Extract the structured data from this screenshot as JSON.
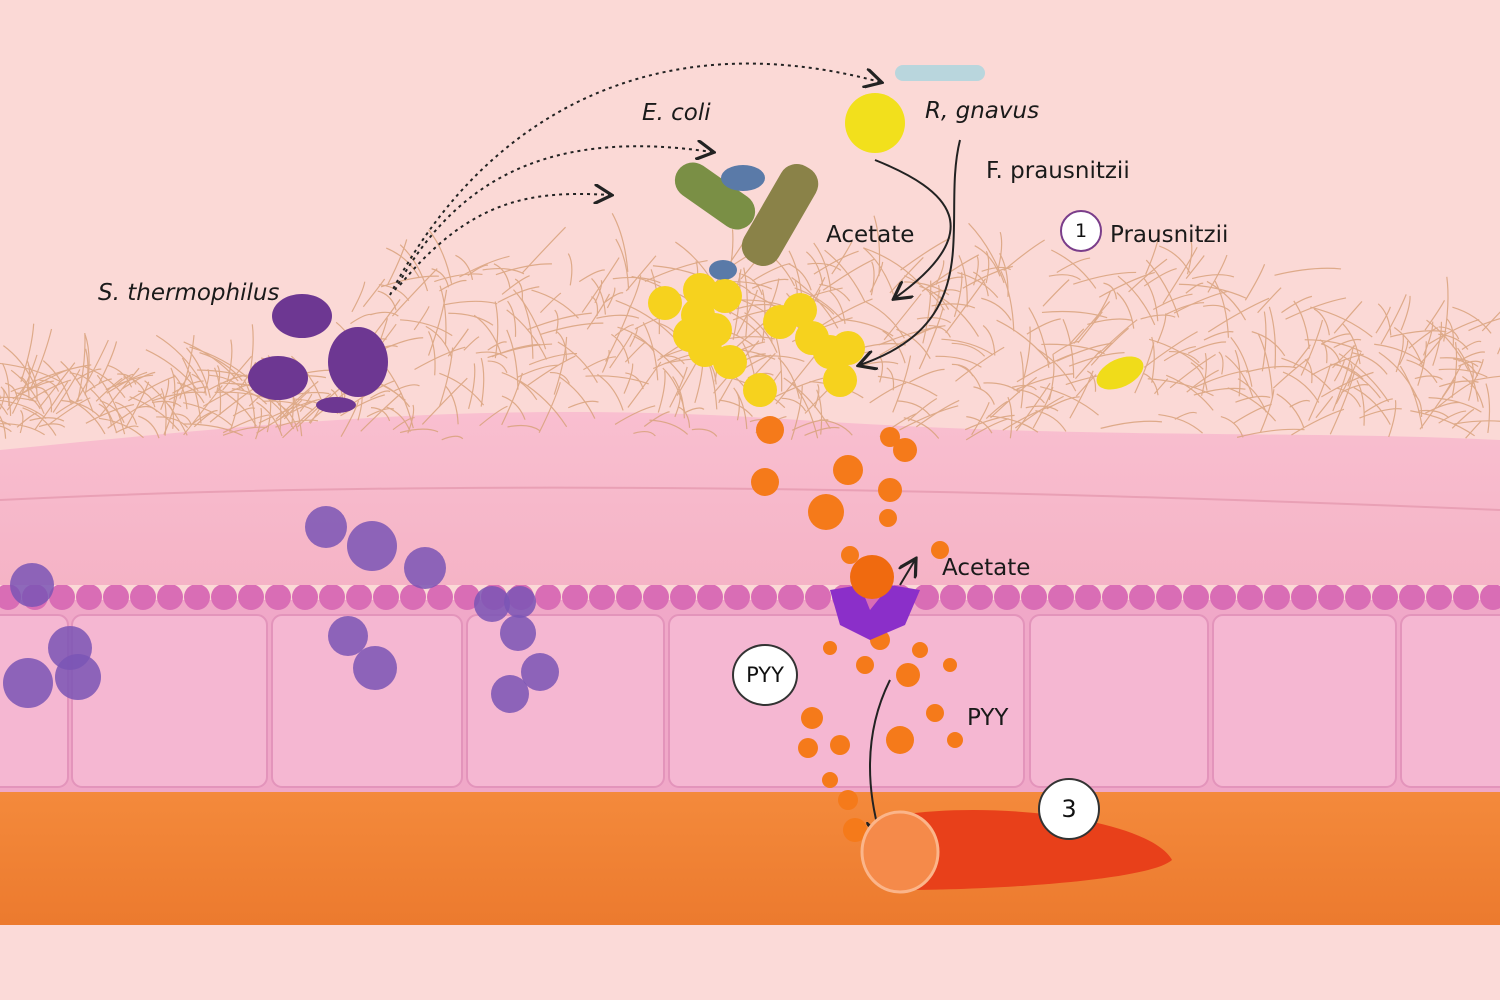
{
  "labels": {
    "e_coli": "E. coli",
    "r_gnavus": "R, gnavus",
    "f_prausnitzii": "F. prausnitzii",
    "acetate_top": "Acetate",
    "prausnitzii": "Prausnitzii",
    "s_thermophilus": "S. thermophilus",
    "acetate_receptor": "Acetate",
    "pyy_circle": "PYY",
    "pyy": "PYY"
  },
  "markers": {
    "one": "1",
    "three": "3"
  },
  "colors": {
    "background": "#fbd9d6",
    "mucosa": "#f7b9c9",
    "epithelium": "#f2a9cc",
    "blood": "#f07a32",
    "fiber": "#d9a27c",
    "acetate": "#f5dd1f",
    "pyy": "#f57a1a",
    "receptor": "#8b2fc9"
  }
}
